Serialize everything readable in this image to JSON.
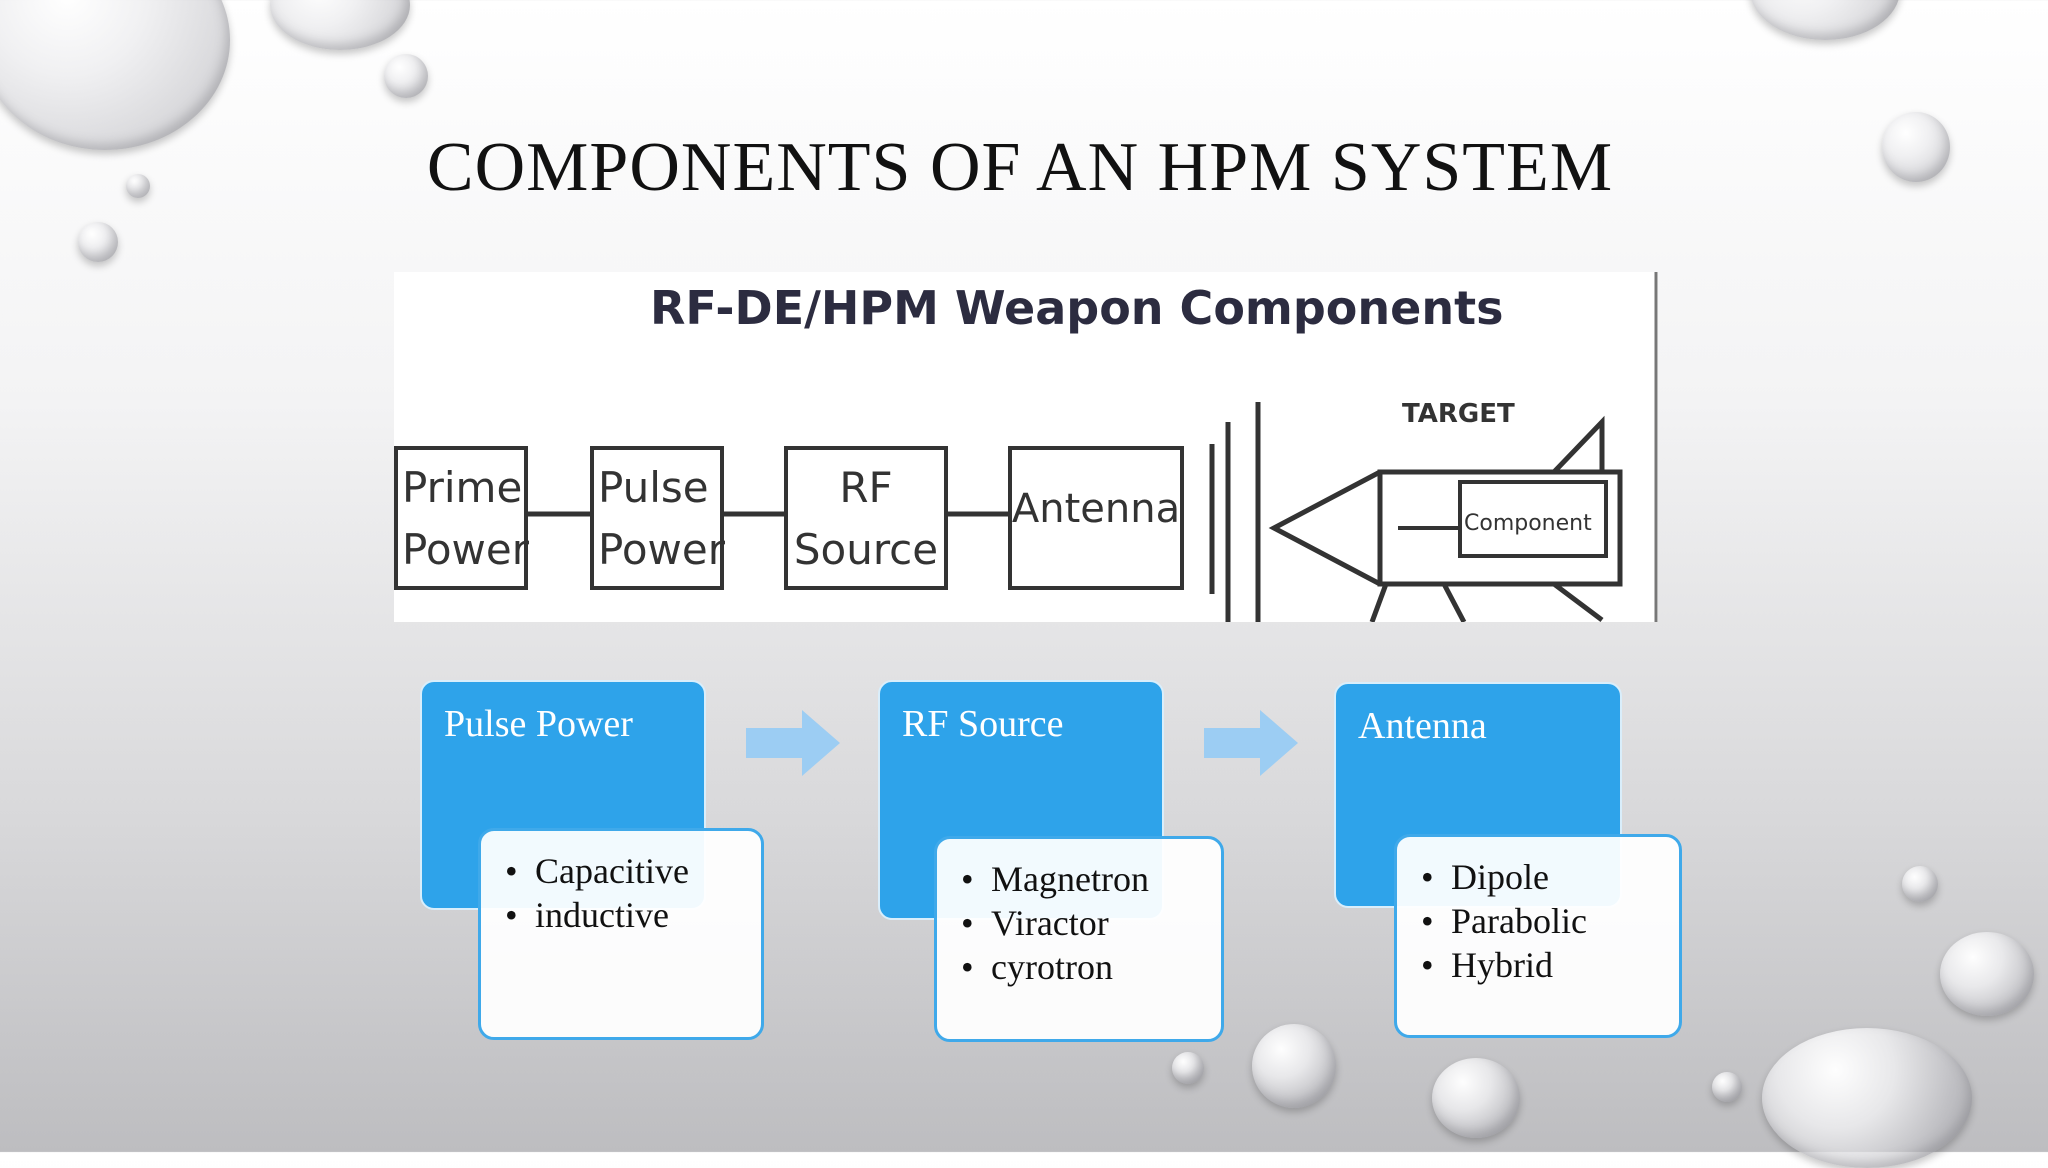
{
  "slide": {
    "title": "COMPONENTS OF AN HPM SYSTEM"
  },
  "diagram": {
    "title": "RF-DE/HPM Weapon Components",
    "blocks": [
      {
        "line1": "Prime",
        "line2": "Power"
      },
      {
        "line1": "Pulse",
        "line2": "Power"
      },
      {
        "line1": "RF",
        "line2": "Source"
      },
      {
        "line1": "Antenna",
        "line2": ""
      }
    ],
    "target_label": "TARGET",
    "component_label": "Component"
  },
  "process": [
    {
      "title": "Pulse Power",
      "items": [
        "Capacitive",
        "inductive"
      ]
    },
    {
      "title": "RF Source",
      "items": [
        "Magnetron",
        "Viractor",
        "cyrotron"
      ]
    },
    {
      "title": "Antenna",
      "items": [
        "Dipole",
        "Parabolic",
        "Hybrid"
      ]
    }
  ],
  "colors": {
    "card_fill": "#2ea3ea",
    "card_border": "#3fa9ea",
    "arrow_fill": "#9ccdf3"
  }
}
